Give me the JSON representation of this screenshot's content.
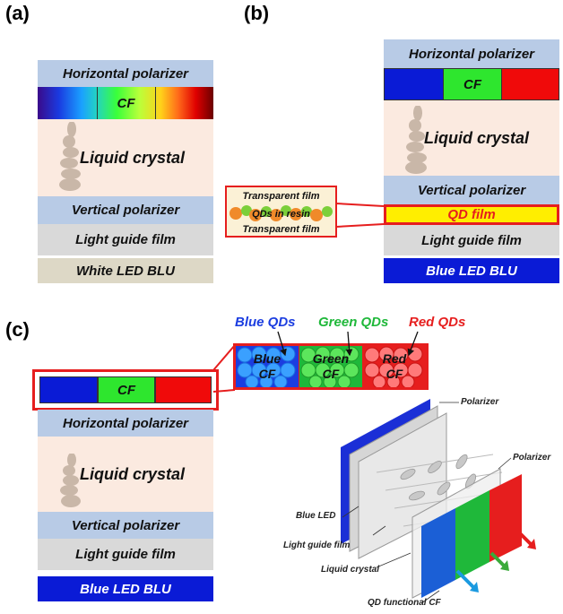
{
  "panels": {
    "a": {
      "label": "(a)",
      "layers": {
        "horizontal_polarizer": "Horizontal polarizer",
        "cf": "CF",
        "liquid_crystal": "Liquid crystal",
        "vertical_polarizer": "Vertical polarizer",
        "light_guide_film": "Light guide film",
        "blu": "White LED BLU"
      }
    },
    "b": {
      "label": "(b)",
      "layers": {
        "horizontal_polarizer": "Horizontal polarizer",
        "cf": "CF",
        "liquid_crystal": "Liquid crystal",
        "vertical_polarizer": "Vertical polarizer",
        "qd_film": "QD film",
        "light_guide_film": "Light guide film",
        "blu": "Blue LED BLU"
      },
      "callout": {
        "top": "Transparent film",
        "middle": "QDs in resin",
        "bottom": "Transparent film"
      }
    },
    "c": {
      "label": "(c)",
      "layers": {
        "cf": "CF",
        "horizontal_polarizer": "Horizontal polarizer",
        "liquid_crystal": "Liquid crystal",
        "vertical_polarizer": "Vertical polarizer",
        "light_guide_film": "Light guide film",
        "blu": "Blue LED BLU"
      },
      "qd_titles": {
        "blue": "Blue QDs",
        "green": "Green QDs",
        "red": "Red QDs"
      },
      "qd_cells": {
        "blue": [
          "Blue",
          "CF"
        ],
        "green": [
          "Green",
          "CF"
        ],
        "red": [
          "Red",
          "CF"
        ]
      },
      "device_labels": {
        "polarizer_top": "Polarizer",
        "polarizer_right": "Polarizer",
        "blue_led": "Blue LED",
        "light_guide_film": "Light guide film",
        "liquid_crystal": "Liquid crystal",
        "qd_functional_cf": "QD functional CF"
      }
    }
  },
  "colors": {
    "polarizer": "#b8cbe6",
    "liquid_crystal": "#fbeae0",
    "light_guide": "#d9d9d9",
    "white_blu": "#ddd8c6",
    "blue_blu": "#0a1bd6",
    "cf_blue": "#0a1bd6",
    "cf_green": "#2ee62e",
    "cf_red": "#f00a0a",
    "qd_film": "#ffee00",
    "accent_red": "#e61e1e",
    "qd_blue": "#1b3de0",
    "qd_green": "#1fb83a",
    "qd_red": "#e61e1e"
  }
}
